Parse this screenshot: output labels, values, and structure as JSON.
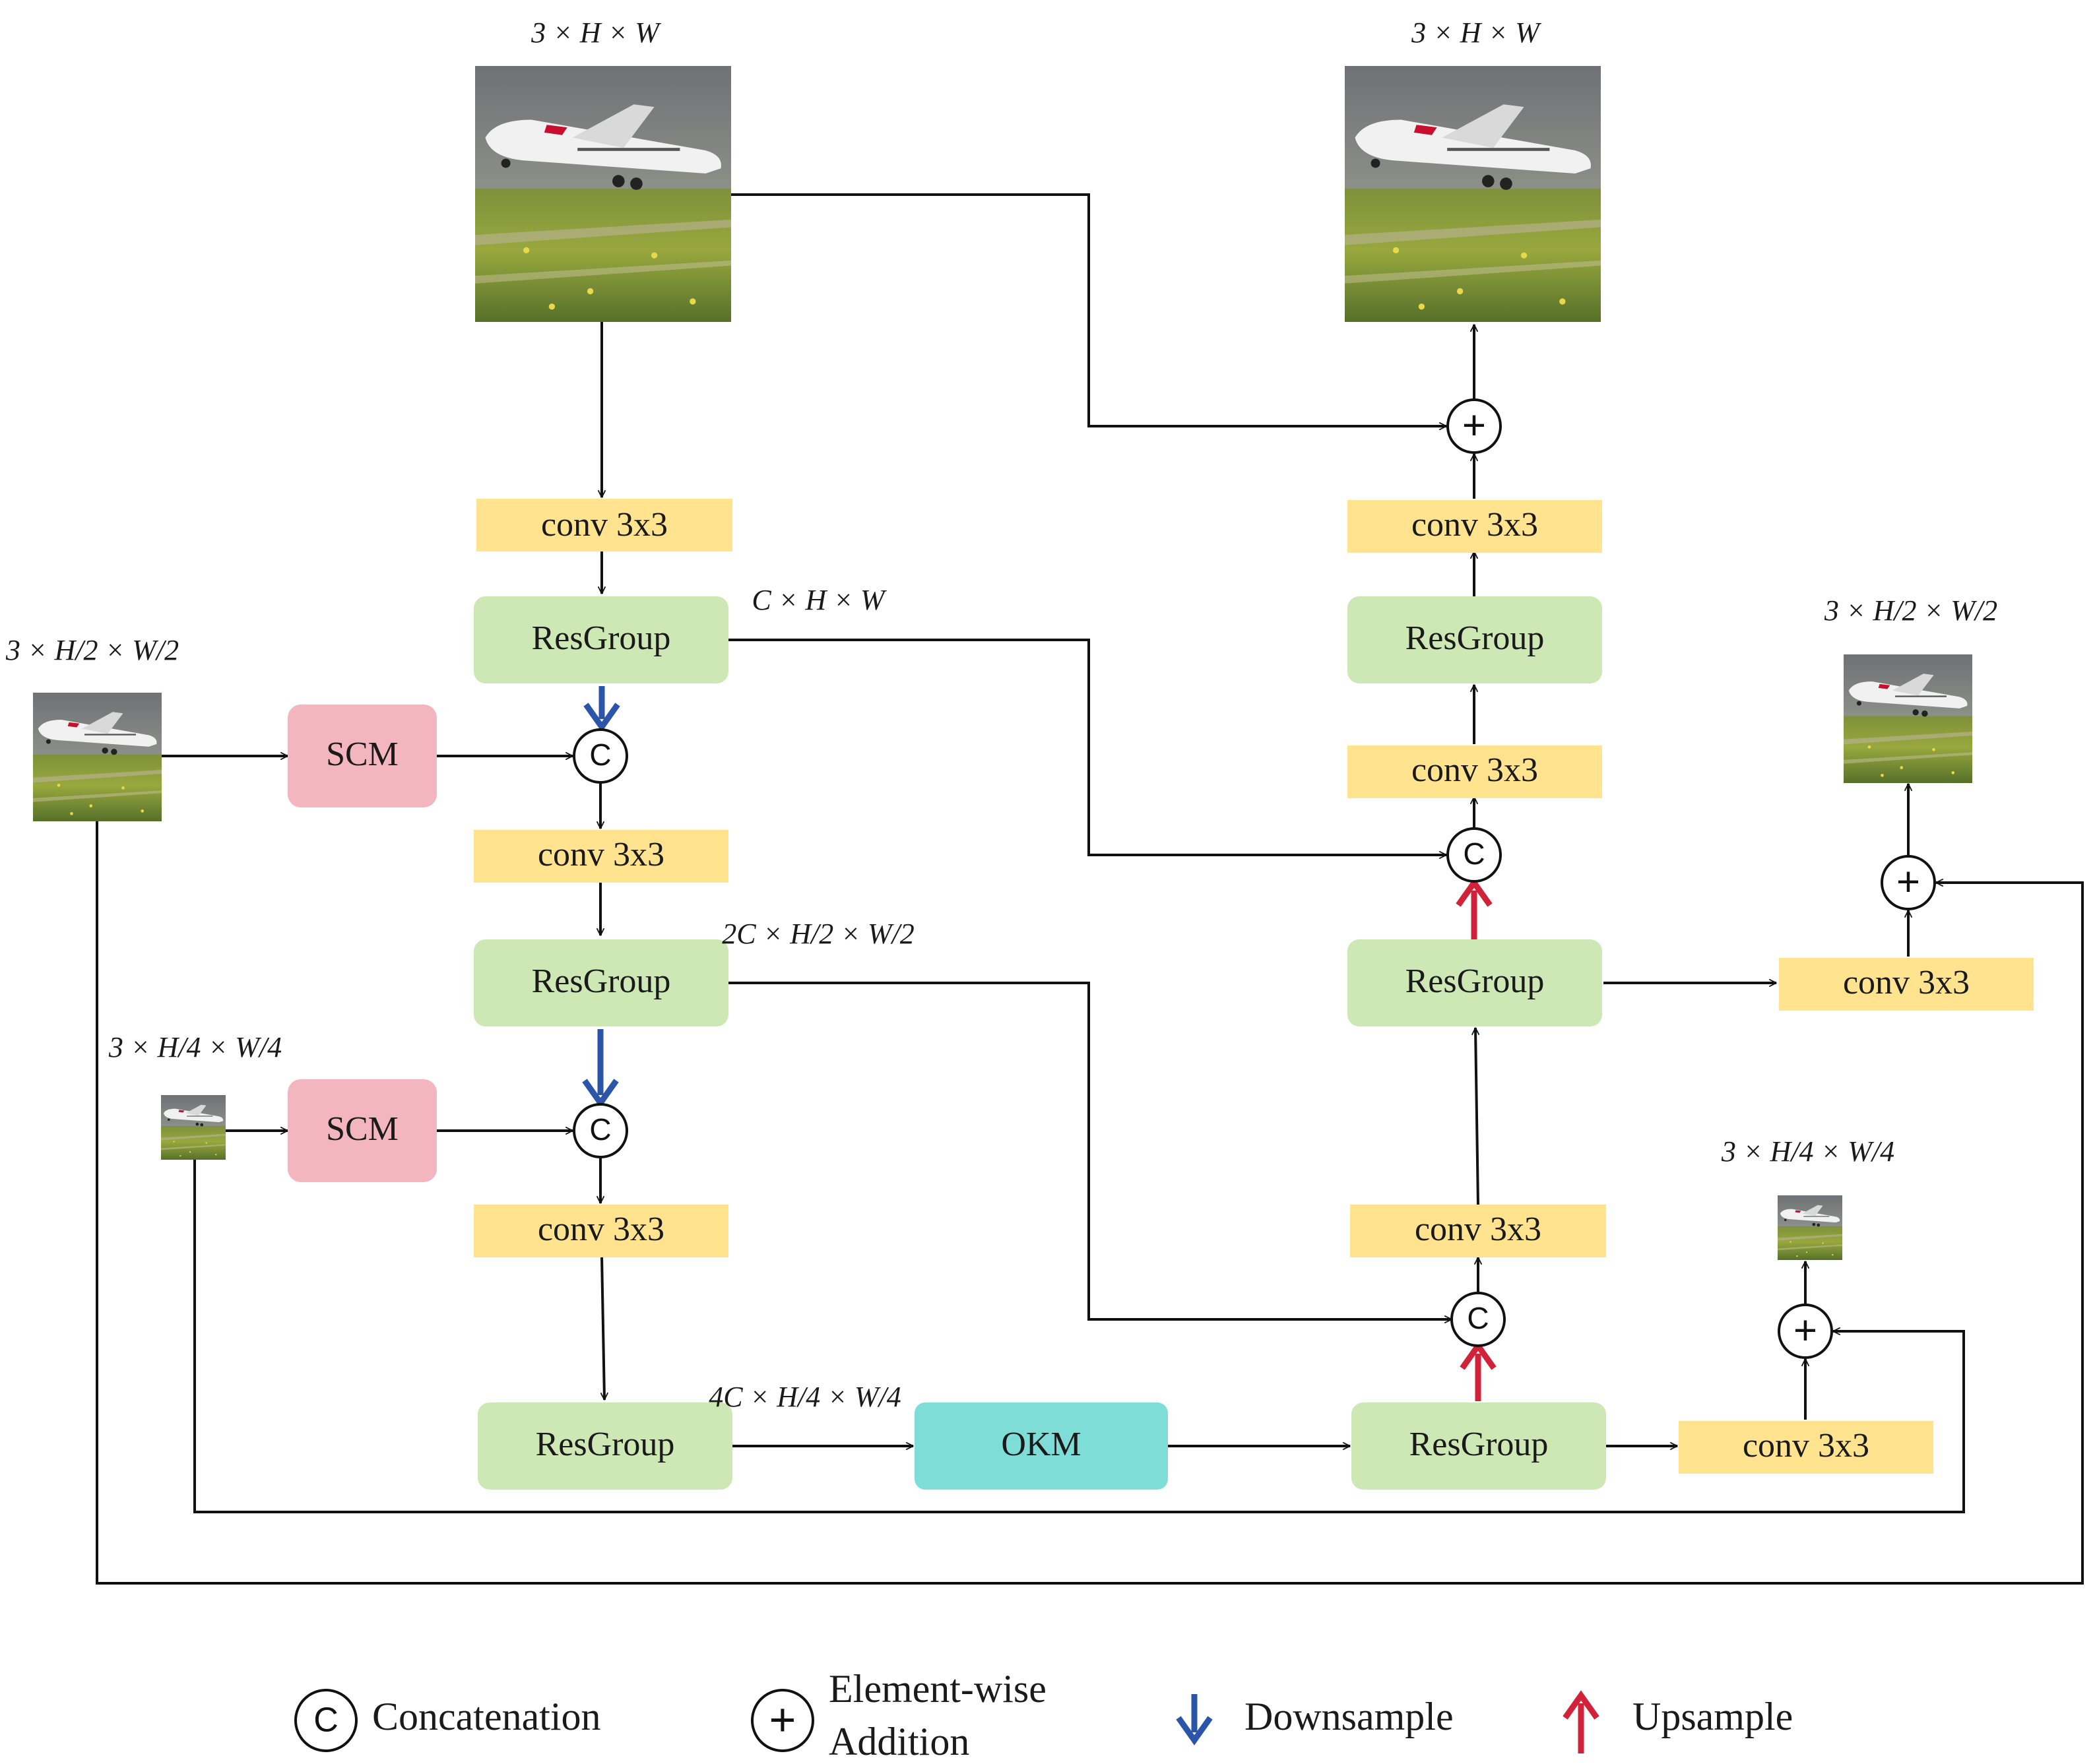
{
  "blocks": {
    "conv": "conv 3x3",
    "resgroup": "ResGroup",
    "scm": "SCM",
    "okm": "OKM"
  },
  "dims": {
    "input_full": "3 × H × W",
    "output_full": "3 × H × W",
    "input_half": "3 × H/2 × W/2",
    "input_quarter": "3 × H/4 × W/4",
    "output_half": "3 × H/2 × W/2",
    "output_quarter": "3 × H/4 × W/4",
    "feat_full": "C × H × W",
    "feat_half": "2C × H/2 × W/2",
    "feat_quarter": "4C × H/4 × W/4"
  },
  "symbols": {
    "concat": "C",
    "add": "+"
  },
  "legend": {
    "concat_label": "Concatenation",
    "add_label_line1": "Element-wise",
    "add_label_line2": "Addition",
    "down_label": "Downsample",
    "up_label": "Upsample"
  },
  "colors": {
    "conv": "#FFE38F",
    "resgroup": "#CDE7B5",
    "scm": "#F4B6BE",
    "okm": "#7EDDD6",
    "downsample": "#2B55A8",
    "upsample": "#D0233A"
  }
}
